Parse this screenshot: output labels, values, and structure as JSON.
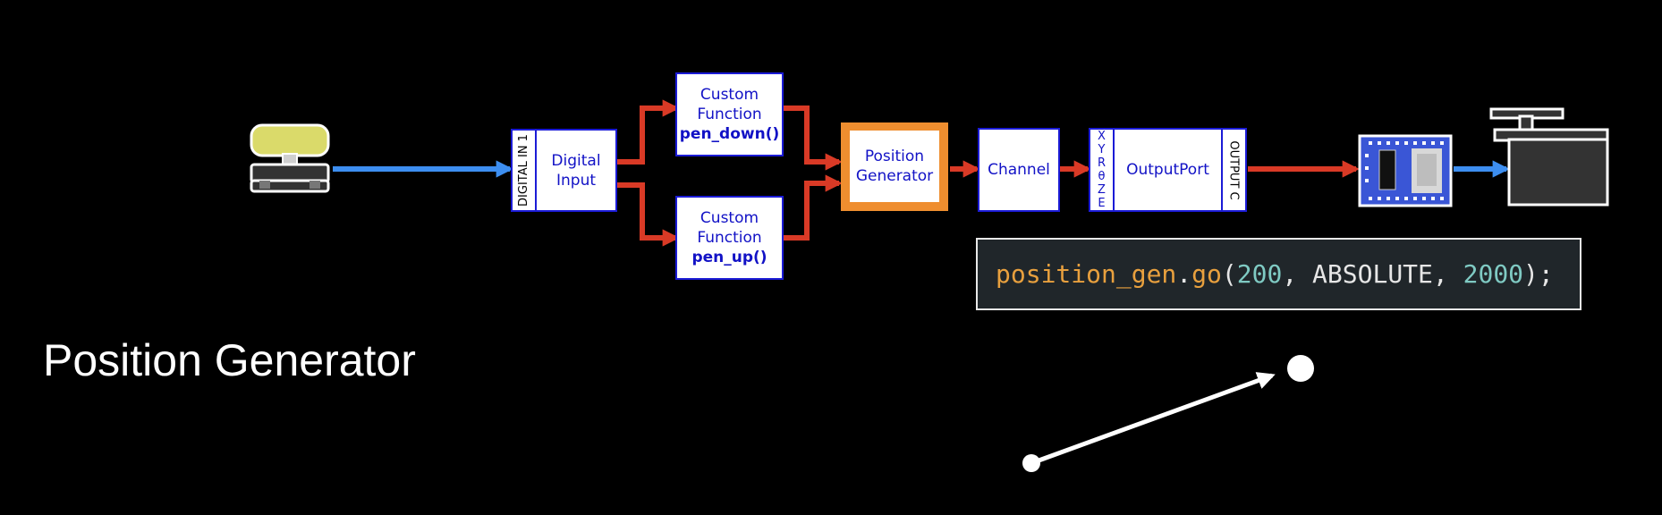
{
  "diagram": {
    "nodes": {
      "digital_input": {
        "port_label": "DIGITAL IN 1",
        "line1": "Digital",
        "line2": "Input"
      },
      "custom_fn_down": {
        "line1": "Custom",
        "line2": "Function",
        "fn": "pen_down()"
      },
      "custom_fn_up": {
        "line1": "Custom",
        "line2": "Function",
        "fn": "pen_up()"
      },
      "position_generator": {
        "line1": "Position",
        "line2": "Generator"
      },
      "channel": {
        "label": "Channel"
      },
      "output_port": {
        "label": "OutputPort",
        "axes": [
          "X",
          "Y",
          "R",
          "θ",
          "Z",
          "E"
        ],
        "port_label": "OUTPUT C"
      }
    },
    "icons": {
      "button": "push-button-icon",
      "driver": "stepper-driver-board-icon",
      "actuator": "pen-servo-icon"
    },
    "colors": {
      "signal_blue": "#3d8ef0",
      "wire_red": "#d93a26",
      "box_border": "#1b1bd6",
      "highlight": "#ef8e2f"
    }
  },
  "code": {
    "identifier": "position_gen",
    "dot": ".",
    "method": "go",
    "open": "(",
    "arg1": "200",
    "sep1": ", ",
    "arg2": "ABSOLUTE",
    "sep2": ", ",
    "arg3": "2000",
    "close": ");"
  },
  "title": "Position Generator"
}
